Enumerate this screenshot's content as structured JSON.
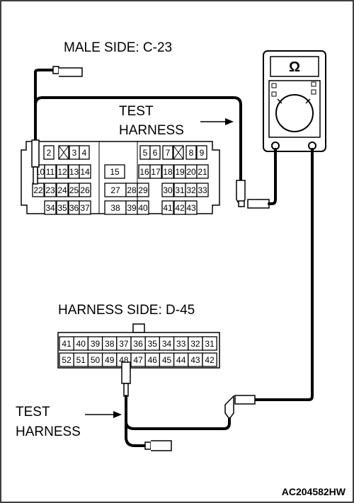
{
  "labels": {
    "male_side": "MALE SIDE: C-23",
    "test": "TEST",
    "harness": "HARNESS",
    "harness_side": "HARNESS SIDE: D-45",
    "test2": "TEST",
    "harness2": "HARNESS",
    "code": "AC204582HW"
  },
  "meter": {
    "symbol": "Ω"
  },
  "connector_c23": {
    "row1": [
      "2",
      "3",
      "4",
      "5",
      "6",
      "7",
      "8",
      "9"
    ],
    "row2": [
      "10",
      "11",
      "12",
      "13",
      "14",
      "15",
      "16",
      "17",
      "18",
      "19",
      "20",
      "21"
    ],
    "row3": [
      "22",
      "23",
      "24",
      "25",
      "26",
      "27",
      "28",
      "29",
      "30",
      "31",
      "32",
      "33"
    ],
    "row4": [
      "34",
      "35",
      "36",
      "37",
      "38",
      "39",
      "40",
      "41",
      "42",
      "43"
    ]
  },
  "connector_d45": {
    "row1": [
      "41",
      "40",
      "39",
      "38",
      "37",
      "36",
      "35",
      "34",
      "33",
      "32",
      "31"
    ],
    "row2": [
      "52",
      "51",
      "50",
      "49",
      "48",
      "47",
      "46",
      "45",
      "44",
      "43",
      "42"
    ]
  }
}
